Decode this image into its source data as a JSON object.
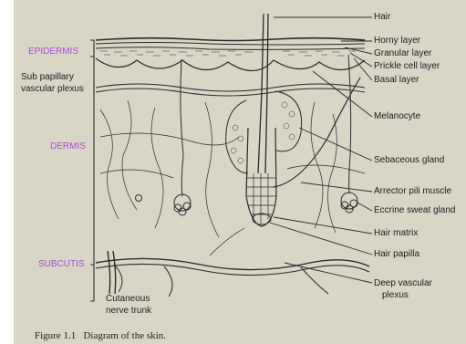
{
  "layers": {
    "epidermis": "EPIDERMIS",
    "dermis": "DERMIS",
    "subcutis": "SUBCUTIS"
  },
  "left_labels": {
    "plexus_line1": "Sub papillary",
    "plexus_line2": "vascular plexus",
    "nerve_line1": "Cutaneous",
    "nerve_line2": "nerve trunk"
  },
  "right_labels": {
    "hair": "Hair",
    "horny": "Horny layer",
    "granular": "Granular layer",
    "prickle": "Prickle cell layer",
    "basal": "Basal layer",
    "melanocyte": "Melanocyte",
    "sebaceous": "Sebaceous gland",
    "arrector": "Arrector pili muscle",
    "eccrine": "Eccrine sweat gland",
    "matrix": "Hair matrix",
    "papilla": "Hair papilla",
    "deep_line1": "Deep vascular",
    "deep_line2": "plexus"
  },
  "caption": {
    "number": "Figure 1.1",
    "text": "Diagram of the skin."
  },
  "colors": {
    "paper": "#d9d6c6",
    "ink": "#1c1c1c",
    "layer_label": "#a94bd8"
  }
}
